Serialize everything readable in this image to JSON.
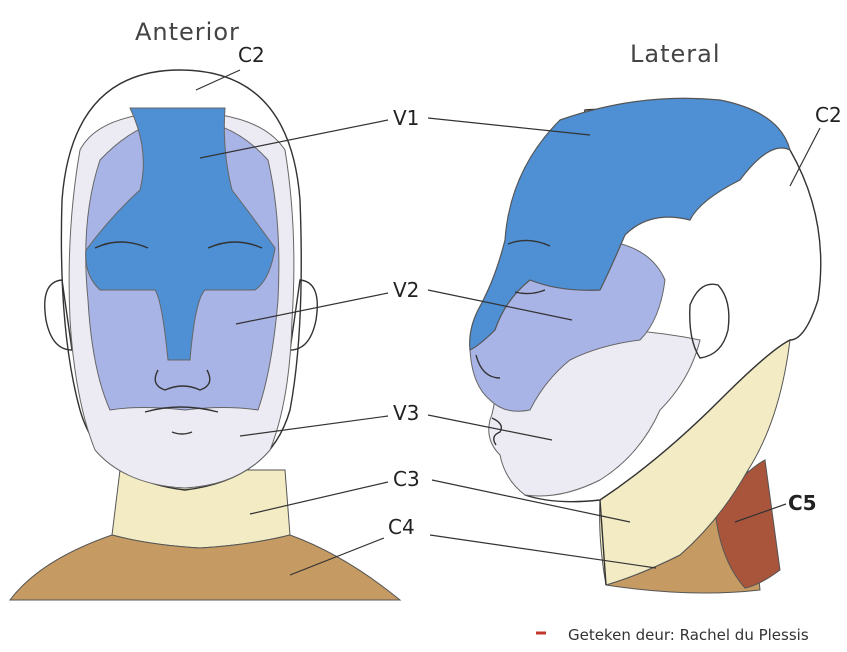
{
  "views": {
    "anterior_title": "Anterior",
    "lateral_title": "Lateral"
  },
  "labels": {
    "c2_anterior": "C2",
    "c2_lateral": "C2",
    "v1": "V1",
    "v2": "V2",
    "v3": "V3",
    "c3": "C3",
    "c4": "C4",
    "c5": "C5"
  },
  "credit": "Geteken deur: Rachel du Plessis",
  "colors": {
    "v1": "#4f8fd4",
    "v2": "#a9b4e6",
    "v3": "#ecebf3",
    "c2": "#d8ede6",
    "c3": "#f2ebc4",
    "c4": "#c59a63",
    "c5": "#a8553c",
    "credit_dash": "#c0392b"
  }
}
